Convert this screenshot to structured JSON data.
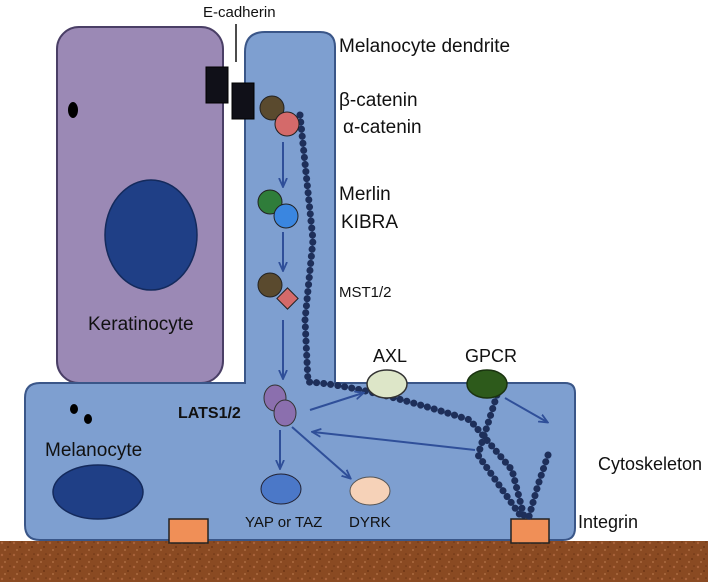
{
  "labels": {
    "e_cadherin": "E-cadherin",
    "melanocyte_dendrite": "Melanocyte dendrite",
    "beta_catenin": "β-catenin",
    "alpha_catenin": "α-catenin",
    "merlin": "Merlin",
    "kibra": "KIBRA",
    "mst": "MST1/2",
    "keratinocyte": "Keratinocyte",
    "axl": "AXL",
    "gpcr": "GPCR",
    "lats": "LATS1/2",
    "melanocyte": "Melanocyte",
    "yap_taz": "YAP or TAZ",
    "dyrk": "DYRK",
    "cytoskeleton": "Cytoskeleton",
    "integrin": "Integrin"
  },
  "colors": {
    "keratinocyte_fill": "#9b89b5",
    "melanocyte_fill": "#7e9fd0",
    "nucleus": "#1f3f86",
    "substrate": "#8a4a22",
    "integrin": "#f08f57",
    "cadherin": "#101018",
    "arrow": "#2f4f99",
    "beta_catenin": "#5a4a2e",
    "alpha_catenin": "#d46a6a",
    "merlin": "#2f7d3a",
    "kibra": "#3a86e0",
    "mst_circle": "#5a4a2e",
    "mst_diamond": "#d46a6a",
    "lats": "#8b6fae",
    "yap": "#4b78c8",
    "dyrk": "#f6d2b8",
    "axl": "#dde6c8",
    "gpcr": "#2d5a1b",
    "cytoskeleton": "#1e2f5a"
  }
}
